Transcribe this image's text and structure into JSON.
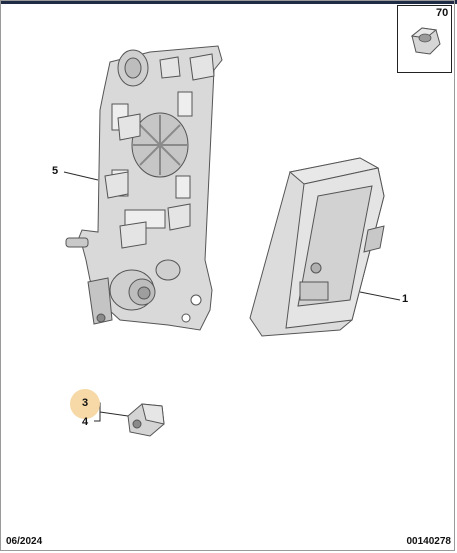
{
  "callouts": {
    "part_1": "1",
    "part_3": "3",
    "part_4": "4",
    "part_5": "5",
    "part_70": "70"
  },
  "footer": {
    "date": "06/2024",
    "reference": "00140278"
  },
  "colors": {
    "part_fill": "#d8d8d8",
    "part_shadow": "#b4b4b4",
    "line": "#2a2a2a",
    "highlight_badge": "#f6d9a6"
  }
}
